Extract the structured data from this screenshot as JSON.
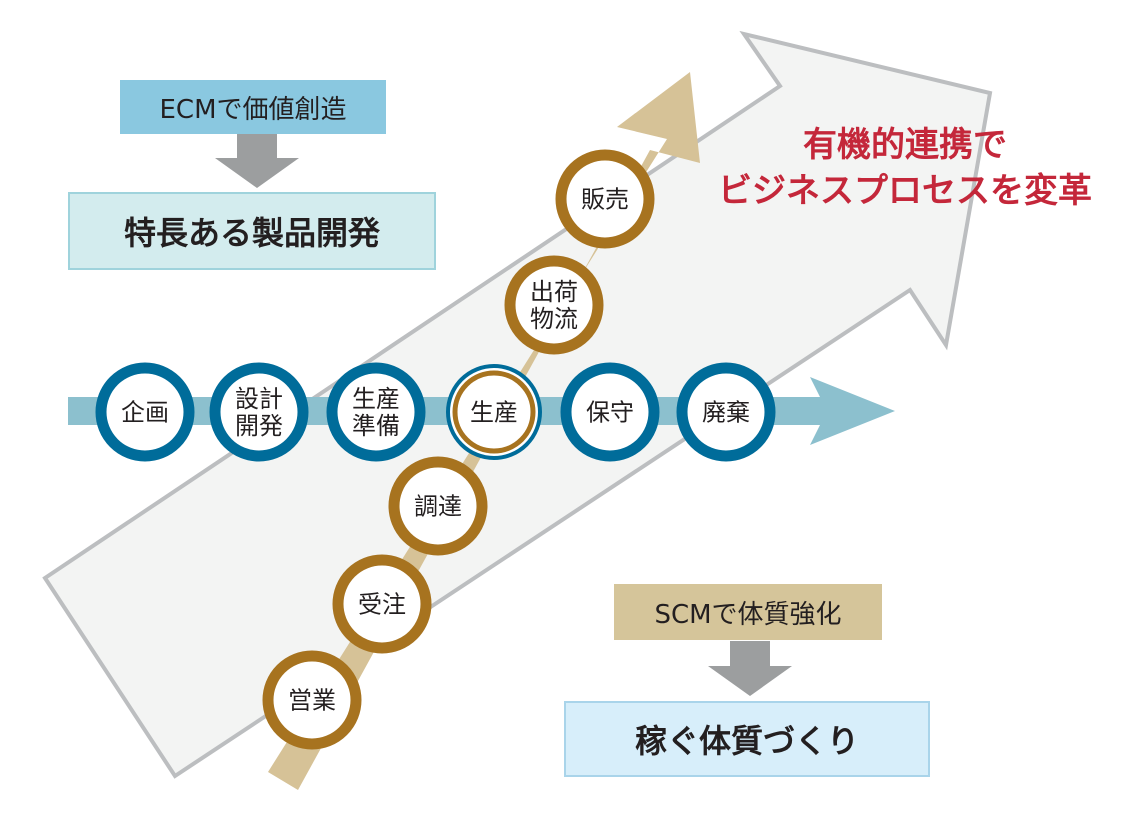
{
  "ecm": {
    "label": "ECMで価値創造",
    "result": "特長ある製品開発"
  },
  "scm": {
    "label": "SCMで体質強化",
    "result": "稼ぐ体質づくり"
  },
  "transform": {
    "line1": "有機的連携で",
    "line2": "ビジネスプロセスを変革"
  },
  "engineering_chain": [
    {
      "id": "planning",
      "lines": [
        "企画"
      ]
    },
    {
      "id": "design-development",
      "lines": [
        "設計",
        "開発"
      ]
    },
    {
      "id": "production-prep",
      "lines": [
        "生産",
        "準備"
      ]
    },
    {
      "id": "production",
      "lines": [
        "生産"
      ]
    },
    {
      "id": "maintenance",
      "lines": [
        "保守"
      ]
    },
    {
      "id": "disposal",
      "lines": [
        "廃棄"
      ]
    }
  ],
  "supply_chain": [
    {
      "id": "sales-activity",
      "lines": [
        "営業"
      ]
    },
    {
      "id": "order-receipt",
      "lines": [
        "受注"
      ]
    },
    {
      "id": "procurement",
      "lines": [
        "調達"
      ]
    },
    {
      "id": "shipping-logistics",
      "lines": [
        "出荷",
        "物流"
      ]
    },
    {
      "id": "sales",
      "lines": [
        "販売"
      ]
    }
  ],
  "colors": {
    "ecm_ring": "#006c9a",
    "scm_ring": "#a7731f",
    "ecm_arrow": "#8cc0ce",
    "scm_arrow": "#d6c297",
    "big_arrow_fill": "#f3f4f3",
    "big_arrow_stroke": "#bcbec0",
    "transform_text": "#c4273a"
  }
}
